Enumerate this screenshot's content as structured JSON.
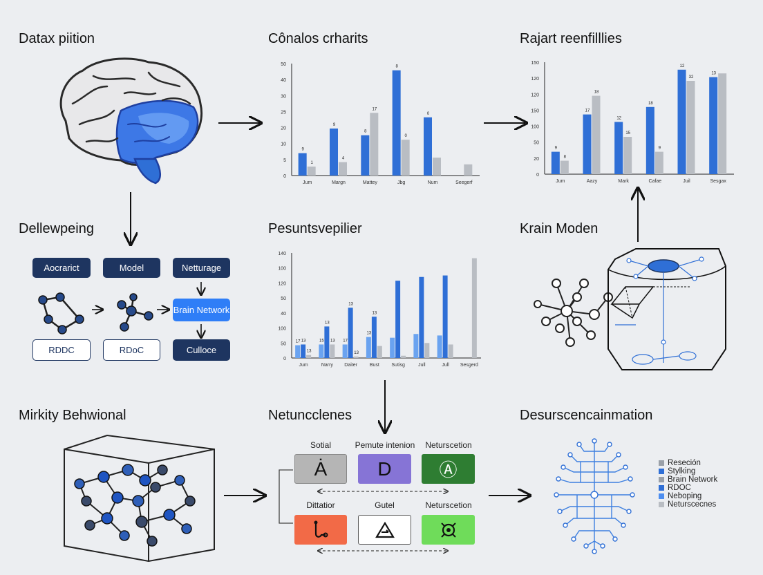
{
  "titles": {
    "t1": "Datax piition",
    "t2": "Cônalos crharits",
    "t3": "Rajart reenfilllies",
    "t4": "Dellewpeing",
    "t5": "Pesuntsvepilier",
    "t6": "Krain Moden",
    "t7": "Mirkity Behwional",
    "t8": "Netuncclenes",
    "t9": "Desurscencainmation"
  },
  "pipeline": {
    "top": [
      "Aocrarict",
      "Model",
      "Netturage"
    ],
    "brain_network": "Brain Network",
    "bottom": [
      "RDDC",
      "RDoC",
      "Culloce"
    ]
  },
  "tiles": {
    "labels_top": [
      "Sotial",
      "Pemute intenion",
      "Neturscetion"
    ],
    "labels_bottom": [
      "Dittatior",
      "Gutel",
      "Neturscetion"
    ],
    "glyphs_top": [
      "Ȧ",
      "D",
      "Ⓐ"
    ],
    "colors": [
      "#b5b5b5",
      "#8674d6",
      "#2e7d32",
      "#f26a47",
      "#ffffff",
      "#6fdc5a"
    ]
  },
  "legend": [
    {
      "label": "Reseción",
      "color": "#9aa0a8"
    },
    {
      "label": "Stylking",
      "color": "#2f6fd6"
    },
    {
      "label": "Brain Network",
      "color": "#9aa0a8"
    },
    {
      "label": "RDOC",
      "color": "#2f6fd6"
    },
    {
      "label": "Neboping",
      "color": "#4d8ef0"
    },
    {
      "label": "Neturscecnes",
      "color": "#b9bdc3"
    }
  ],
  "chart_data": [
    {
      "type": "bar",
      "categories": [
        "Jum",
        "Margn",
        "Mattey",
        "Jbg",
        "Num",
        "Seegerf"
      ],
      "yticks": [
        "0",
        "5",
        "10",
        "20",
        "25",
        "30",
        "40",
        "50"
      ],
      "ylim": [
        0,
        50
      ],
      "series": [
        {
          "values": [
            10,
            21,
            18,
            47,
            26,
            0
          ],
          "color": "#2f6fd6"
        },
        {
          "values": [
            4,
            6,
            28,
            16,
            8,
            5
          ],
          "color": "#b9bdc3"
        }
      ],
      "data_labels": [
        "9",
        "1",
        "9",
        "4",
        "8",
        "17",
        "8",
        "0",
        "0"
      ]
    },
    {
      "type": "bar",
      "categories": [
        "Jum",
        "Aazy",
        "Mark",
        "Cafae",
        "Juil",
        "Sesgax"
      ],
      "yticks": [
        "0",
        "20",
        "50",
        "100",
        "150",
        "120",
        "120",
        "150"
      ],
      "ylim": [
        0,
        150
      ],
      "series": [
        {
          "values": [
            30,
            80,
            70,
            90,
            140,
            130
          ],
          "color": "#2f6fd6"
        },
        {
          "values": [
            18,
            105,
            50,
            30,
            125,
            135
          ],
          "color": "#b9bdc3"
        }
      ],
      "data_labels": [
        "9",
        "8",
        "17",
        "18",
        "12",
        "15",
        "18",
        "9",
        "12",
        "32",
        "13"
      ]
    },
    {
      "type": "bar",
      "categories": [
        "Jum",
        "Narry",
        "Daiter",
        "Bust",
        "Sutisg",
        "Jull",
        "Jull",
        "Sesgerd"
      ],
      "yticks": [
        "0",
        "50",
        "100",
        "40",
        "50",
        "120",
        "100",
        "140"
      ],
      "ylim": [
        0,
        140
      ],
      "series": [
        {
          "values": [
            17,
            18,
            18,
            28,
            27,
            32,
            30,
            0
          ],
          "color": "#6aa3f0"
        },
        {
          "values": [
            18,
            42,
            67,
            55,
            103,
            108,
            110,
            0
          ],
          "color": "#2f6fd6"
        },
        {
          "values": [
            4,
            18,
            2,
            16,
            3,
            20,
            18,
            133
          ],
          "color": "#b9bdc3"
        }
      ],
      "data_labels": [
        "17",
        "13",
        "13",
        "15",
        "13",
        "13",
        "17",
        "13",
        "13",
        "13",
        "13"
      ]
    }
  ]
}
